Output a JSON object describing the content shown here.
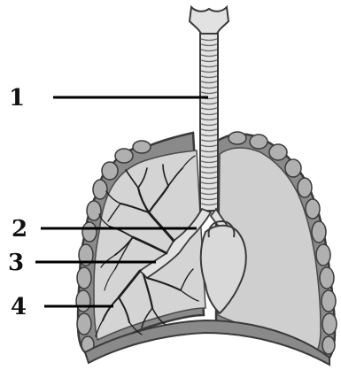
{
  "labels": [
    {
      "number": "1"
    },
    {
      "number": "2"
    },
    {
      "number": "3"
    },
    {
      "number": "4"
    }
  ],
  "colors": {
    "outline": "#3a3a3a",
    "lung_fill": "#d4d4d4",
    "pleura_fill": "#8a8a8a",
    "airway_fill": "#e2e2e2",
    "bronchi": "#1e1e1e",
    "leader_line": "#000000"
  }
}
